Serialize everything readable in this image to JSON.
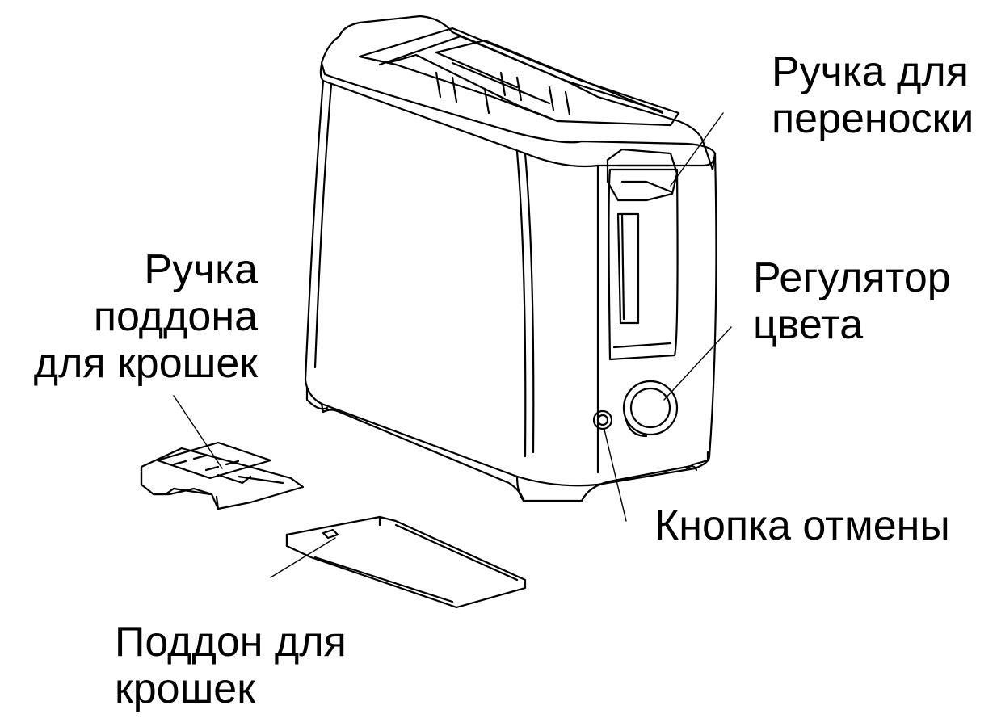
{
  "labels": {
    "carry_handle": [
      "Ручка для",
      "переноски"
    ],
    "color_regulator": [
      "Регулятор",
      "цвета"
    ],
    "tray_handle": [
      "Ручка",
      "поддона",
      "для крошек"
    ],
    "cancel_button": [
      "Кнопка отмены"
    ],
    "crumb_tray": [
      "Поддон для",
      "крошек"
    ]
  },
  "colors": {
    "line": "#000000",
    "background": "#ffffff"
  }
}
